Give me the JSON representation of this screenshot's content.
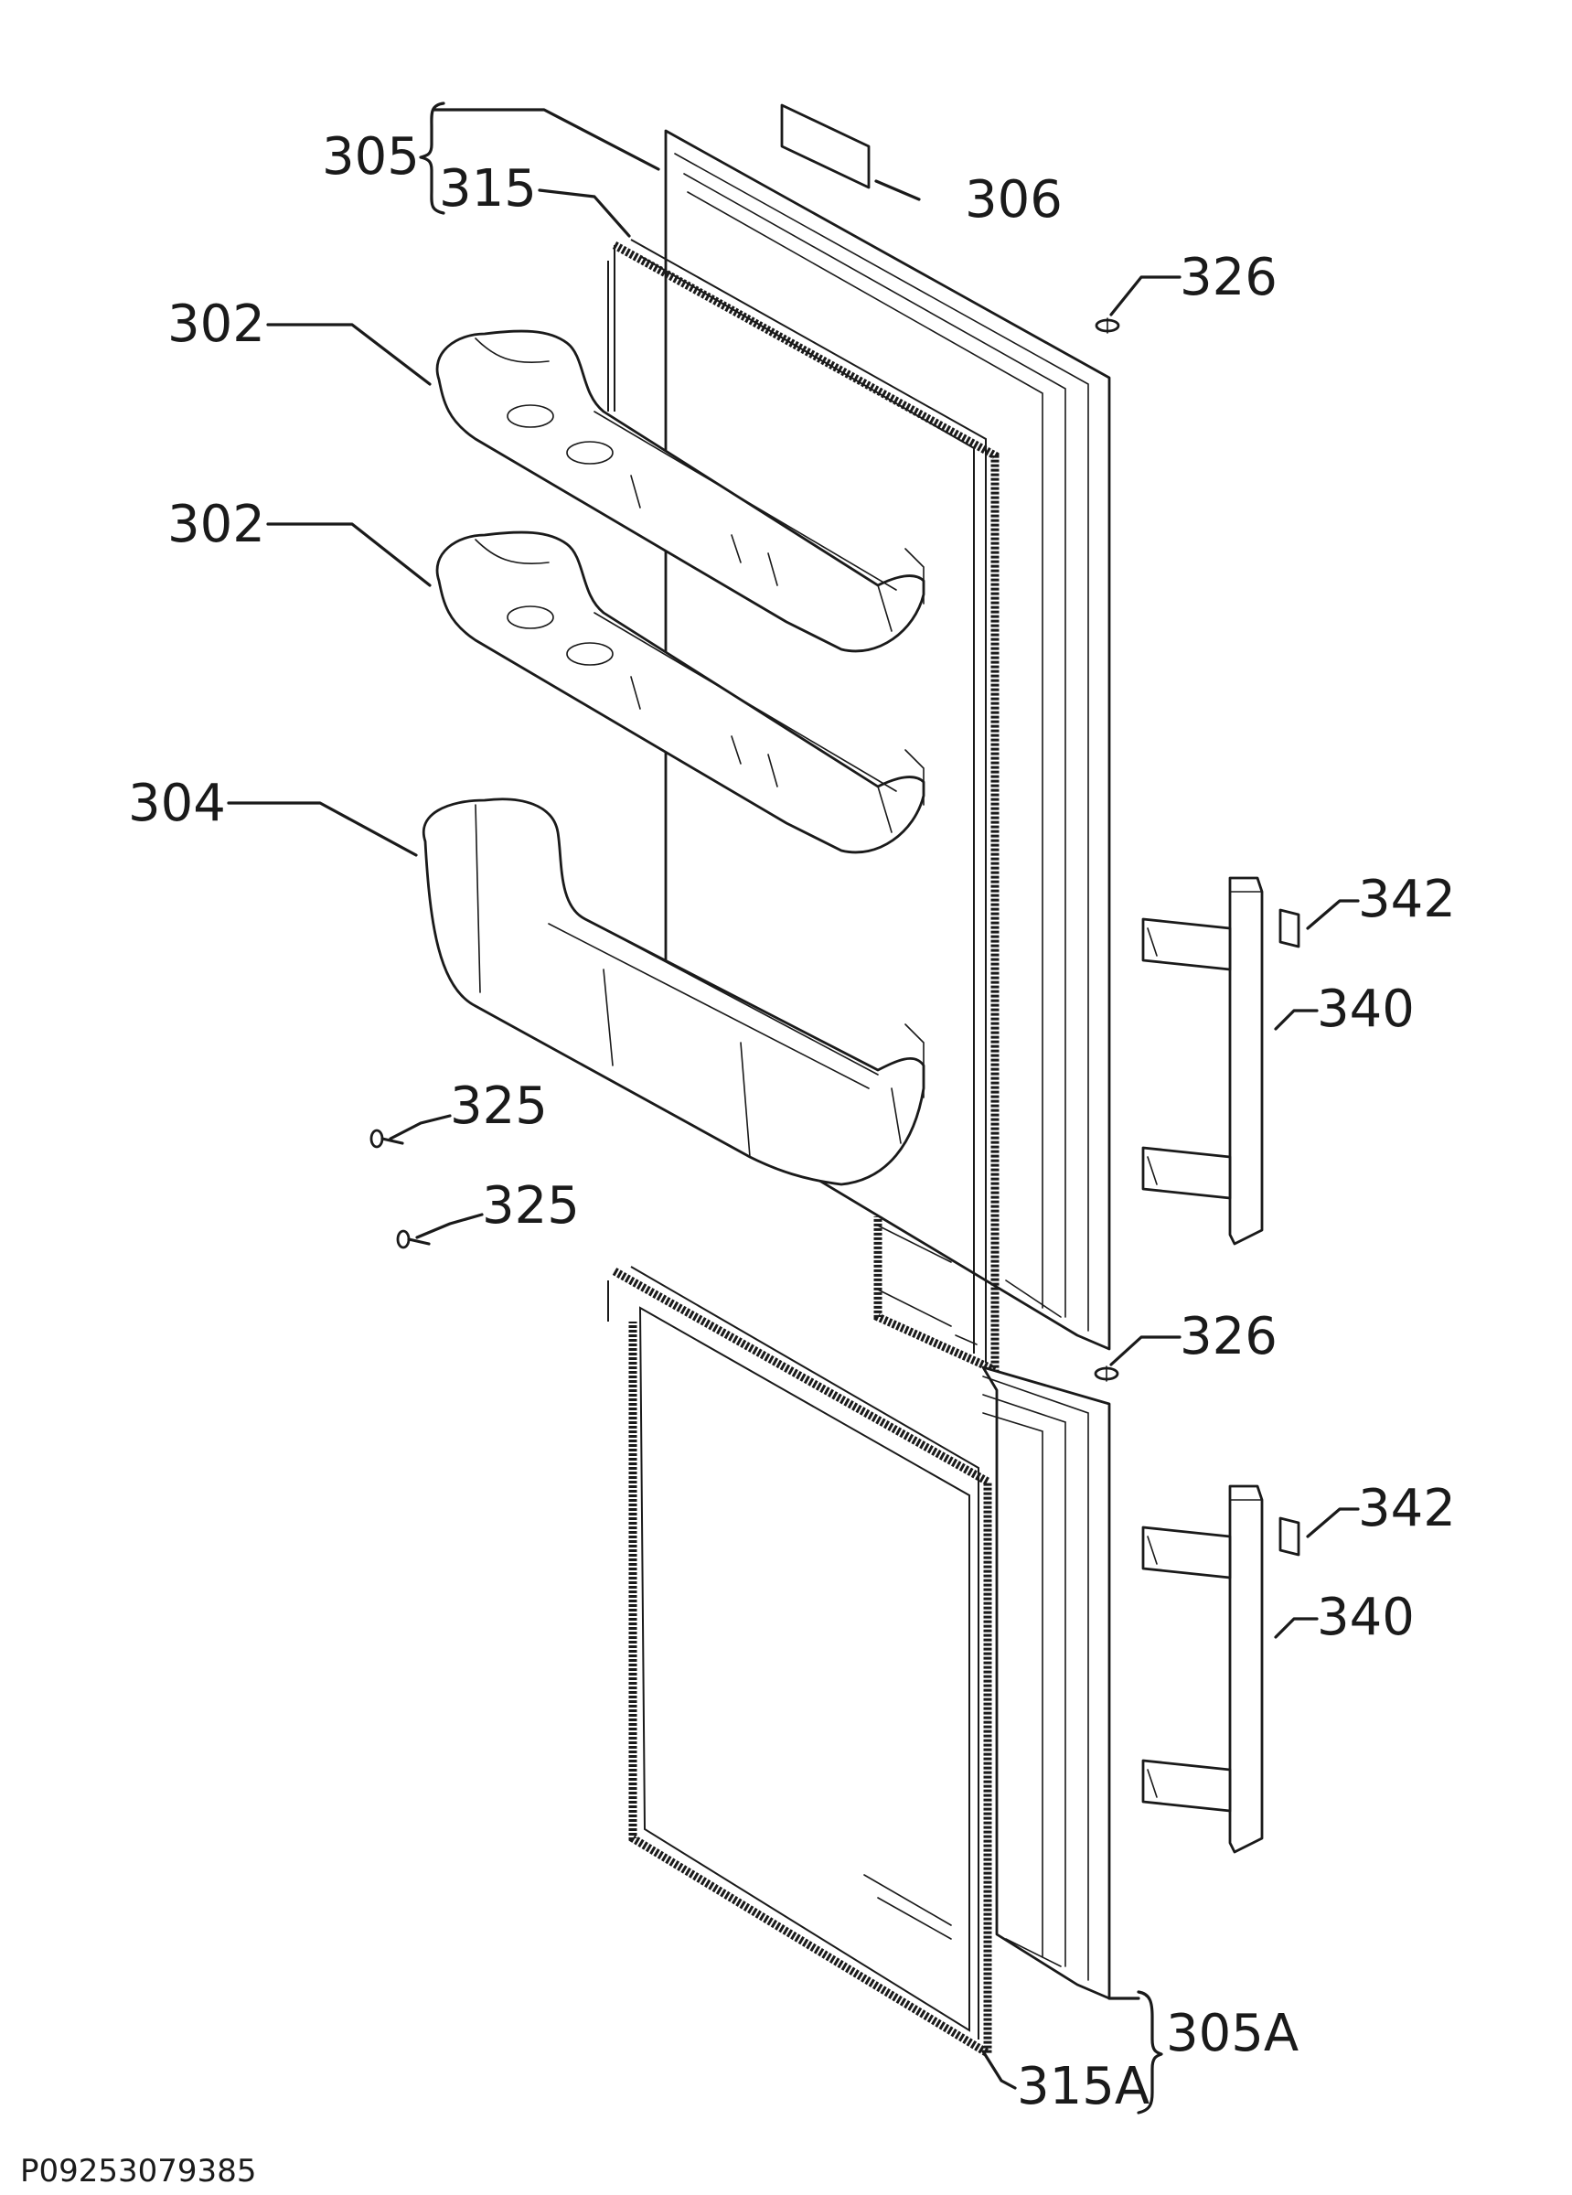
{
  "diagram": {
    "labels": {
      "outer_door_top": "305",
      "gasket_top": "315",
      "rating_label": "306",
      "hinge_bush_top": "326",
      "door_shelf_1": "302",
      "door_shelf_2": "302",
      "bottle_shelf": "304",
      "screw_1": "325",
      "screw_2": "325",
      "hinge_bush_bottom": "326",
      "handle_cap_top": "342",
      "handle_top": "340",
      "handle_cap_bottom": "342",
      "handle_bottom": "340",
      "outer_door_bottom": "305A",
      "gasket_bottom": "315A"
    },
    "document_number": "P09253079385"
  }
}
